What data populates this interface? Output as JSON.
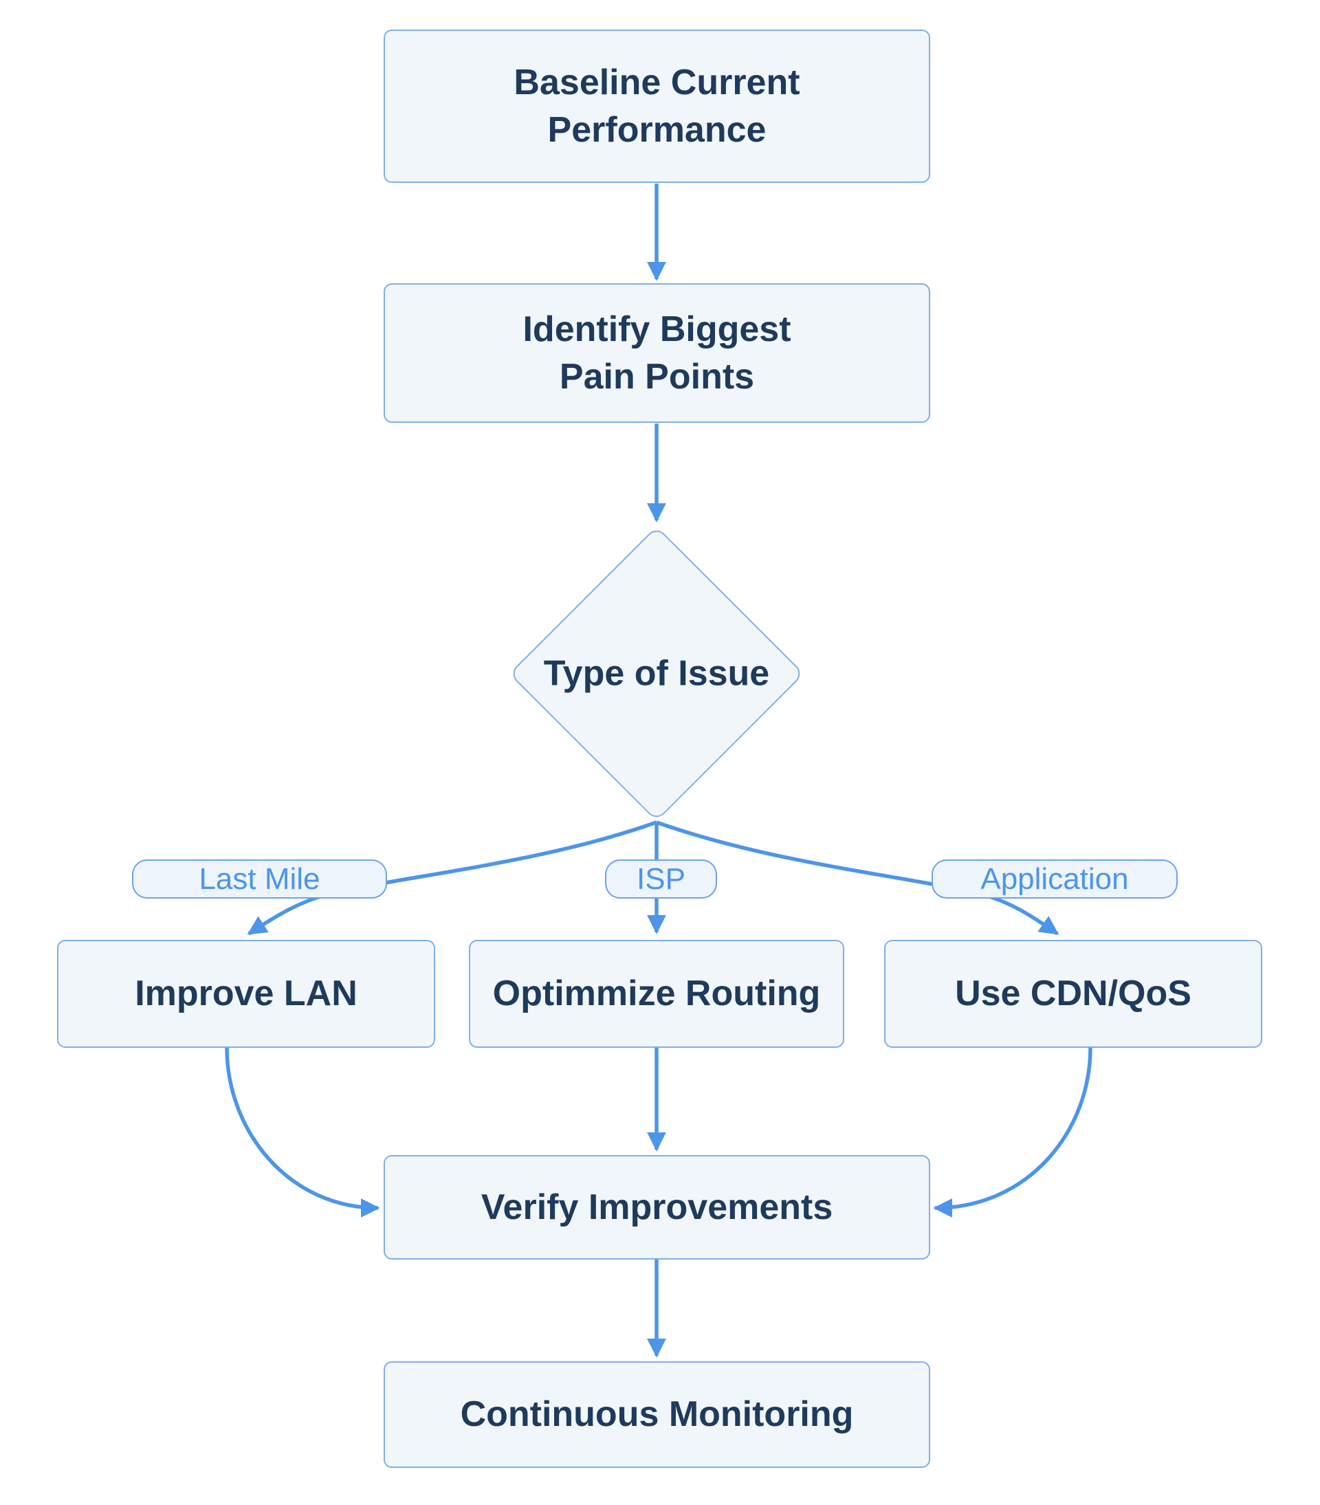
{
  "diagram": {
    "type": "flowchart",
    "direction": "top-down",
    "colors": {
      "background": "#ffffff",
      "node_fill": "#f1f6fb",
      "node_border": "#7fafe6",
      "node_text": "#1e3a5c",
      "edge_stroke": "#4d95e9",
      "edge_label_fill": "#edf4fc",
      "edge_label_border": "#6aa3e8",
      "edge_label_text": "#4d95e9"
    }
  },
  "nodes": {
    "baseline": {
      "label": "Baseline Current\nPerformance",
      "shape": "rounded-rect"
    },
    "identify": {
      "label": "Identify Biggest\nPain Points",
      "shape": "rounded-rect"
    },
    "type_of_issue": {
      "label": "Type of Issue",
      "shape": "diamond"
    },
    "improve_lan": {
      "label": "Improve LAN",
      "shape": "rounded-rect"
    },
    "optimmize_routing": {
      "label": "Optimmize Routing",
      "shape": "rounded-rect"
    },
    "use_cdn_qos": {
      "label": "Use CDN/QoS",
      "shape": "rounded-rect"
    },
    "verify": {
      "label": "Verify Improvements",
      "shape": "rounded-rect"
    },
    "monitoring": {
      "label": "Continuous Monitoring",
      "shape": "rounded-rect"
    }
  },
  "edge_labels": {
    "last_mile": "Last Mile",
    "isp": "ISP",
    "application": "Application"
  },
  "edges": [
    {
      "from": "baseline",
      "to": "identify",
      "label": ""
    },
    {
      "from": "identify",
      "to": "type_of_issue",
      "label": ""
    },
    {
      "from": "type_of_issue",
      "to": "improve_lan",
      "label": "Last Mile"
    },
    {
      "from": "type_of_issue",
      "to": "optimmize_routing",
      "label": "ISP"
    },
    {
      "from": "type_of_issue",
      "to": "use_cdn_qos",
      "label": "Application"
    },
    {
      "from": "improve_lan",
      "to": "verify",
      "label": ""
    },
    {
      "from": "optimmize_routing",
      "to": "verify",
      "label": ""
    },
    {
      "from": "use_cdn_qos",
      "to": "verify",
      "label": ""
    },
    {
      "from": "verify",
      "to": "monitoring",
      "label": ""
    }
  ]
}
